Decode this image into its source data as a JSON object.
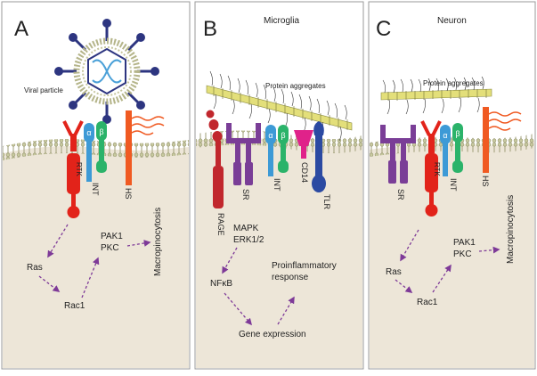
{
  "panels": [
    {
      "letter": "A",
      "title": "",
      "viral_label": "Viral particle",
      "receptors": [
        "RTK",
        "INT",
        "HS"
      ],
      "alpha": "α",
      "beta": "β",
      "process": "Macropinocytosis",
      "pathway": [
        "Ras",
        "Rac1",
        "PAK1",
        "PKC"
      ]
    },
    {
      "letter": "B",
      "title": "Microglia",
      "aggregates_label": "Protein aggregates",
      "receptors": [
        "RAGE",
        "SR",
        "INT",
        "CD14",
        "TLR"
      ],
      "alpha": "α",
      "beta": "β",
      "pathway": [
        "MAPK",
        "ERK1/2",
        "NFκB",
        "Proinflammatory",
        "response",
        "Gene expression"
      ]
    },
    {
      "letter": "C",
      "title": "Neuron",
      "aggregates_label": "Protein aggregates",
      "receptors": [
        "SR",
        "RTK",
        "INT",
        "HS"
      ],
      "alpha": "α",
      "beta": "β",
      "process": "Macropinocytosis",
      "pathway": [
        "Ras",
        "Rac1",
        "PAK1",
        "PKC"
      ]
    }
  ],
  "colors": {
    "cytoplasm": "#ede6d8",
    "membrane": "#c5c49a",
    "virus_spike": "#2d3580",
    "rtk": "#e2231a",
    "alpha": "#3d9ad6",
    "beta": "#2bb36a",
    "hs": "#f05a22",
    "sr": "#7a3e97",
    "rage": "#c1272d",
    "cd14": "#e0228a",
    "tlr": "#2b4aa2",
    "arrow": "#7e3a98"
  }
}
